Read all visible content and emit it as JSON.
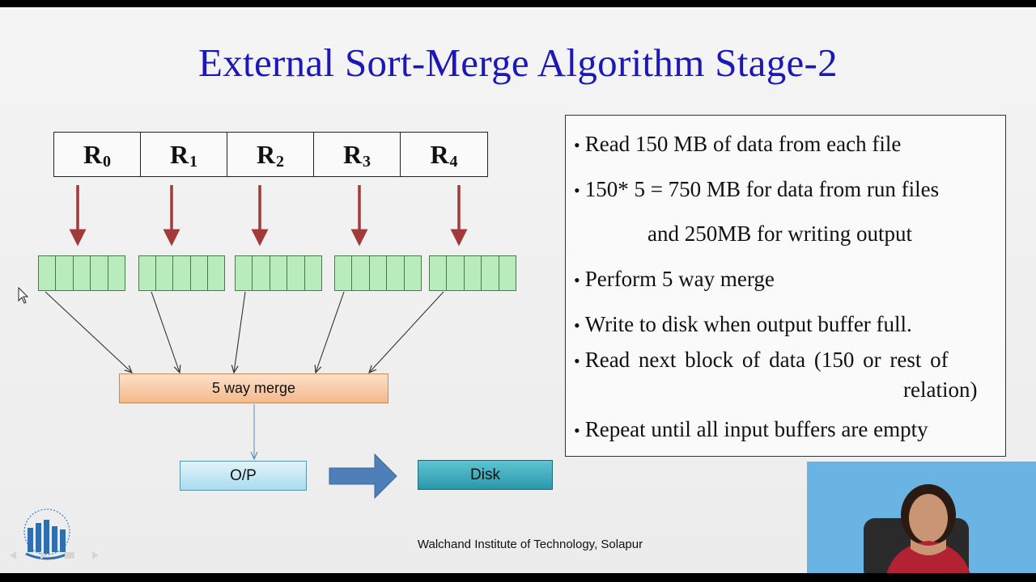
{
  "slide": {
    "title": "External Sort-Merge Algorithm Stage-2",
    "footer": "Walchand Institute of Technology, Solapur"
  },
  "runs": [
    {
      "letter": "R",
      "sub": "0"
    },
    {
      "letter": "R",
      "sub": "1"
    },
    {
      "letter": "R",
      "sub": "2"
    },
    {
      "letter": "R",
      "sub": "3"
    },
    {
      "letter": "R",
      "sub": "4"
    }
  ],
  "merge_label": "5 way merge",
  "output_label": "O/P",
  "disk_label": "Disk",
  "notes": {
    "b1": "Read 150 MB of data from each file",
    "b2": "150* 5 = 750 MB for data from run files",
    "b2_cont": "and 250MB for writing output",
    "b3": "Perform 5 way merge",
    "b4": "Write to disk when output buffer full.",
    "b5": "Read next block of data (150 or rest of",
    "b5_cont": "relation)",
    "b6": "Repeat until all input buffers are empty"
  },
  "colors": {
    "title": "#1c18b8",
    "red_arrow": "#a23a3a",
    "buffer_fill": "#b8ecbc",
    "merge_fill": "#f3b98c",
    "output_fill": "#a9dcee",
    "disk_fill": "#2a98aa",
    "block_arrow": "#4f7fb8"
  }
}
